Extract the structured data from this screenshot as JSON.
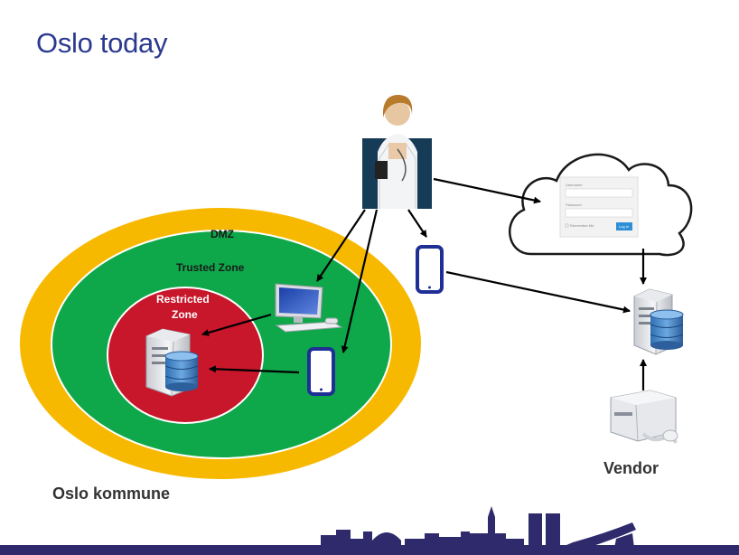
{
  "slide": {
    "title": "Oslo today"
  },
  "zones": {
    "dmz": "DMZ",
    "trusted": "Trusted Zone",
    "restricted_line1": "Restricted",
    "restricted_line2": "Zone"
  },
  "labels": {
    "organization": "Oslo kommune",
    "vendor": "Vendor"
  },
  "login_form": {
    "username_label": "Username",
    "password_label": "Password",
    "remember_label": "Remember Me",
    "button_label": "Log In"
  },
  "colors": {
    "title": "#2b3a8f",
    "dmz": "#f7b900",
    "trusted": "#0ea84a",
    "restricted": "#c8162b",
    "skyline": "#2e2a6b",
    "arrow": "#000000"
  }
}
